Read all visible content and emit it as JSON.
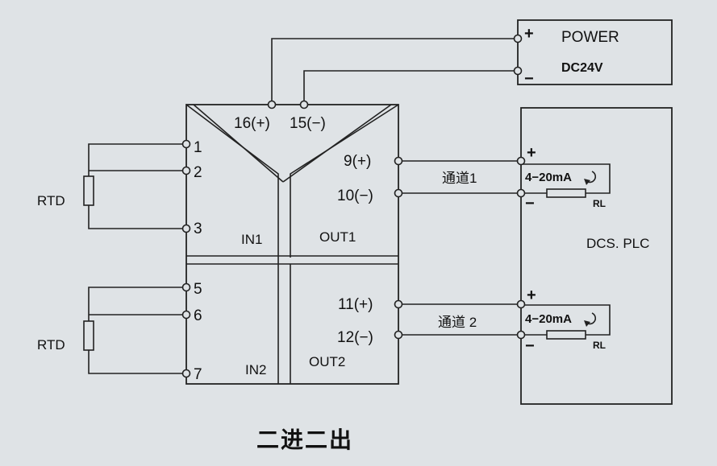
{
  "power": {
    "title": "POWER",
    "voltage": "DC24V",
    "plus": "+",
    "minus": "−"
  },
  "module": {
    "top_terminals": [
      "16(+)",
      "15(−)"
    ],
    "inputs": [
      "1",
      "2",
      "3",
      "5",
      "6",
      "7"
    ],
    "outputs": [
      "9(+)",
      "10(−)",
      "11(+)",
      "12(−)"
    ],
    "sections": {
      "in1": "IN1",
      "out1": "OUT1",
      "in2": "IN2",
      "out2": "OUT2"
    }
  },
  "sensors": {
    "rtd1": "RTD",
    "rtd2": "RTD"
  },
  "channels": {
    "ch1": "通道1",
    "ch2": "通道 2"
  },
  "dcs": {
    "title": "DCS. PLC",
    "loop1": {
      "signal": "4−20mA",
      "load": "RL",
      "plus": "+",
      "minus": "−"
    },
    "loop2": {
      "signal": "4−20mA",
      "load": "RL",
      "plus": "+",
      "minus": "−"
    }
  },
  "caption": "二进二出",
  "colors": {
    "background": "#dfe3e6",
    "line": "#222222"
  }
}
